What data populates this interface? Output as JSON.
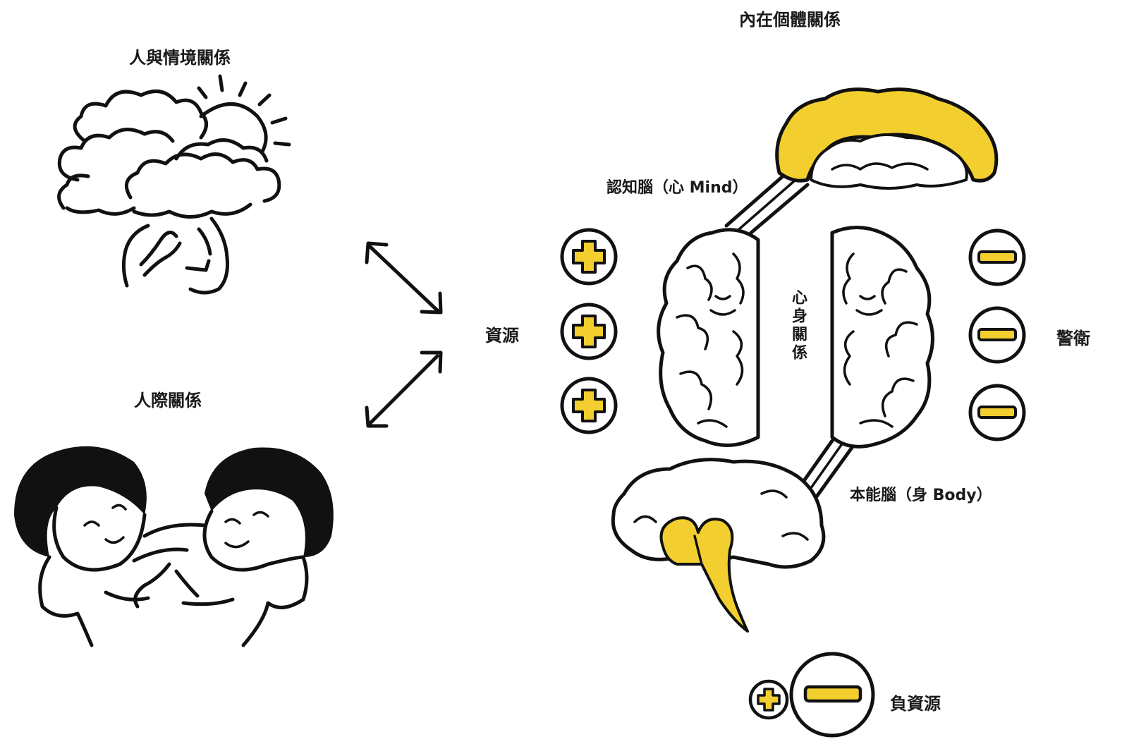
{
  "labels": {
    "situation": "人與情境關係",
    "interpersonal": "人際關係",
    "inner": "內在個體關係",
    "cognitive_brain": "認知腦（心 Mind）",
    "instinct_brain": "本能腦（身 Body）",
    "mind_body": "心身關係",
    "resource": "資源",
    "alert": "警衛",
    "negative_resource": "負資源"
  },
  "colors": {
    "accent": "#F2CF2E",
    "ink": "#111111",
    "background": "#FFFFFF"
  },
  "icons": {
    "plus": "plus-circle-icon",
    "minus": "minus-circle-icon",
    "arrow": "double-arrow-icon"
  }
}
